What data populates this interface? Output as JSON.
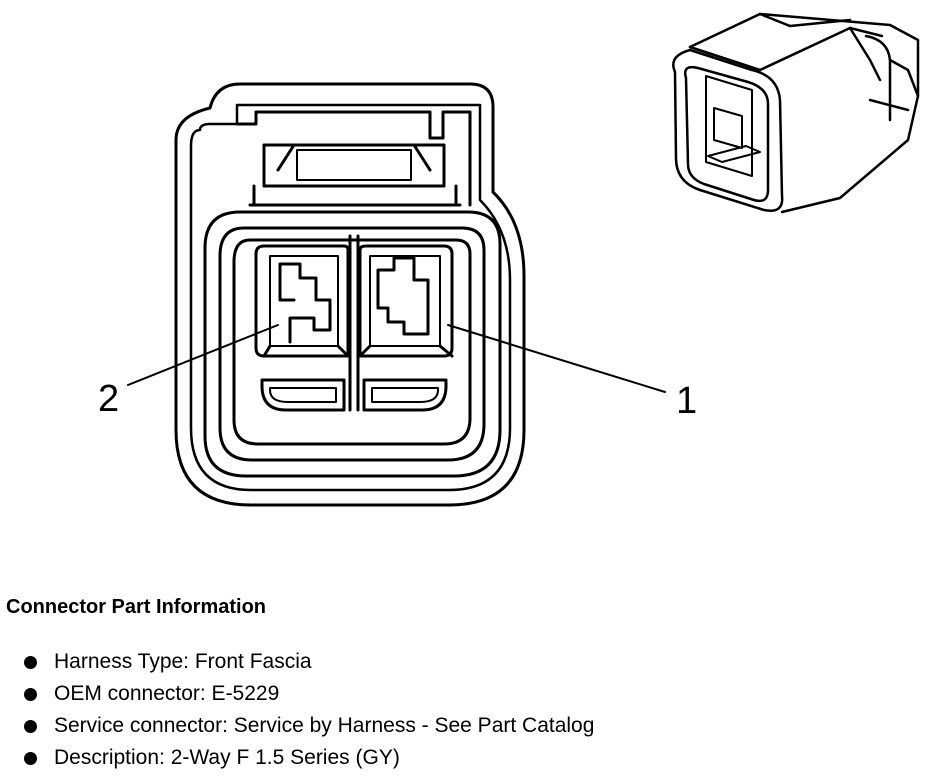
{
  "pin_labels": {
    "pin1": "1",
    "pin2": "2"
  },
  "info": {
    "title": "Connector Part Information",
    "items": [
      "Harness Type: Front Fascia",
      "OEM connector: E-5229",
      "Service connector: Service by Harness - See Part Catalog",
      "Description: 2-Way F 1.5 Series (GY)"
    ]
  }
}
